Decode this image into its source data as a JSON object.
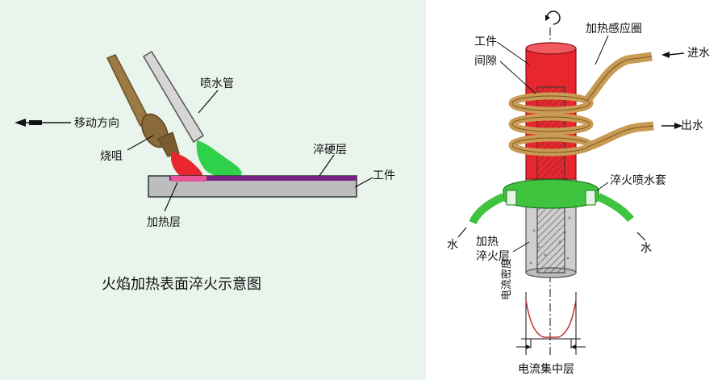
{
  "left": {
    "caption": "火焰加热表面淬火示意图",
    "labels": {
      "direction": "移动方向",
      "torch": "烧咀",
      "nozzle": "喷水管",
      "hardened": "淬硬层",
      "workpiece": "工件",
      "heated": "加热层"
    }
  },
  "right": {
    "labels": {
      "workpiece": "工件",
      "gap": "间隙",
      "coil": "加热感应圈",
      "water_in": "进水",
      "water_out": "出水",
      "spray": "淬火喷水套",
      "water_left": "水",
      "water_right": "水",
      "heated_line1": "加热",
      "heated_line2": "淬火层",
      "current_density": "电流密度",
      "current_layer": "电流集中层"
    }
  },
  "colors": {
    "flame_red": "#e8262d",
    "water_green": "#2fd04a",
    "hardened_purple": "#7a1f86",
    "coil_brown": "#c99a52",
    "spray_green": "#3ec43e",
    "torch_brown": "#8b6a3a"
  }
}
